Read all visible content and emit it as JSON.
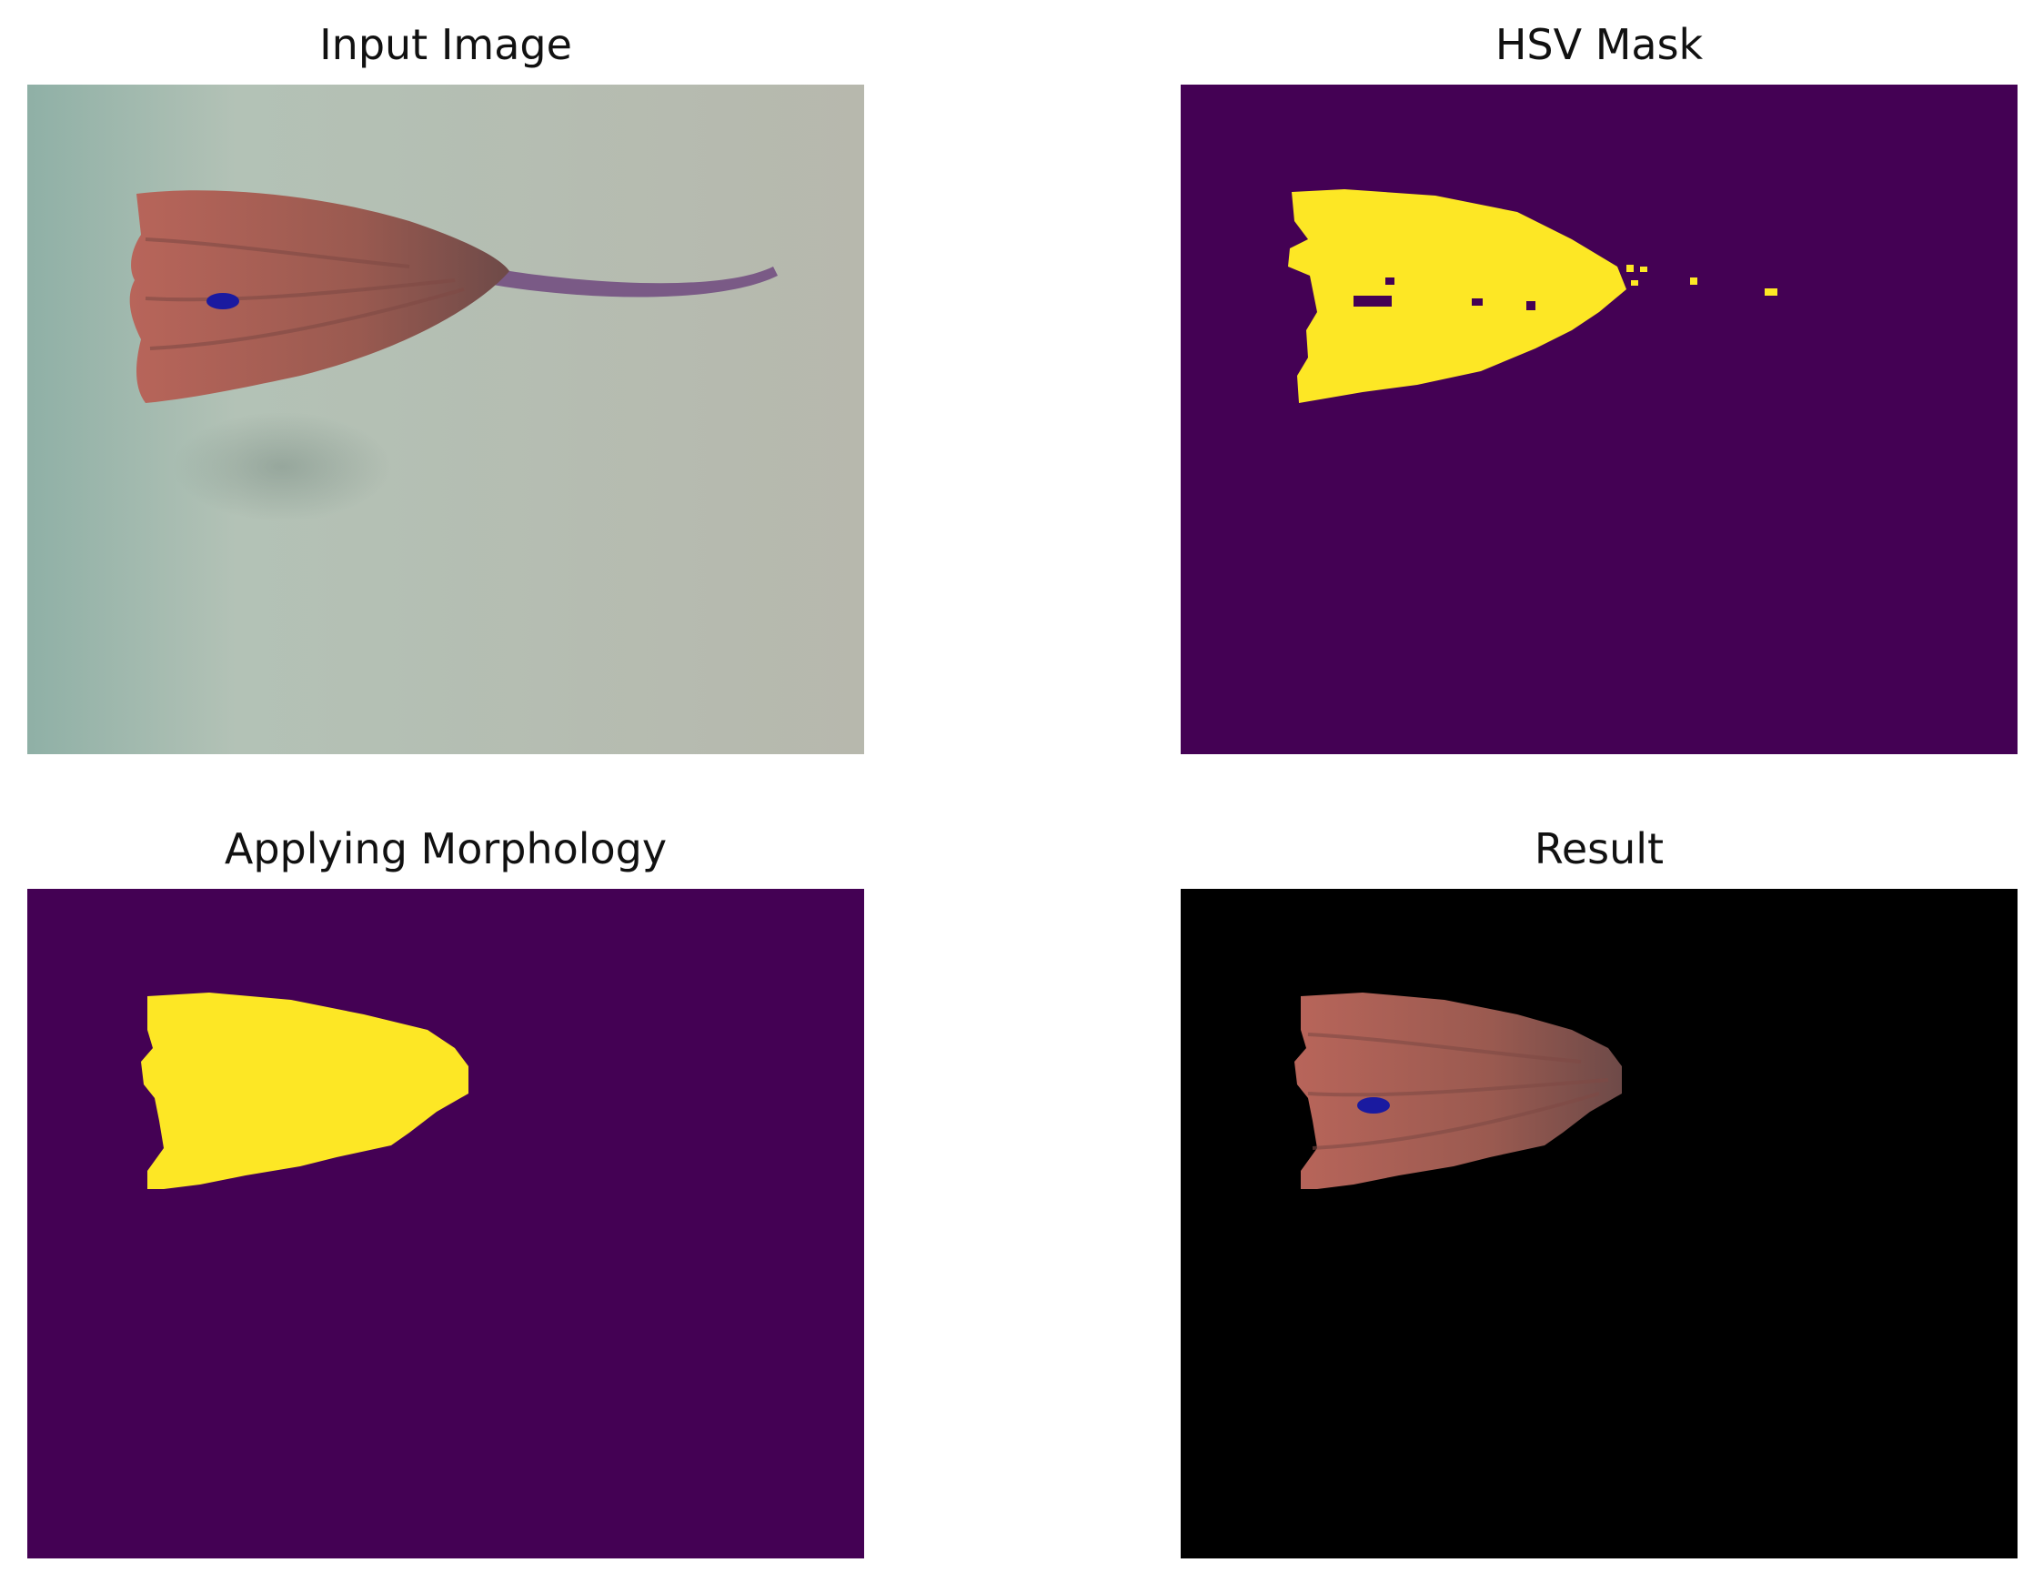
{
  "figure": {
    "panels": [
      {
        "title": "Input Image",
        "kind": "photo"
      },
      {
        "title": "HSV Mask",
        "kind": "mask"
      },
      {
        "title": "Applying Morphology",
        "kind": "mask-clean"
      },
      {
        "title": "Result",
        "kind": "masked-photo"
      }
    ],
    "colors": {
      "mask_background": "#440154",
      "mask_foreground": "#fde725",
      "result_background": "#000000",
      "photo_background": "#b4bcb2",
      "petal": "#a0584f",
      "stem": "#7a5a86"
    }
  }
}
